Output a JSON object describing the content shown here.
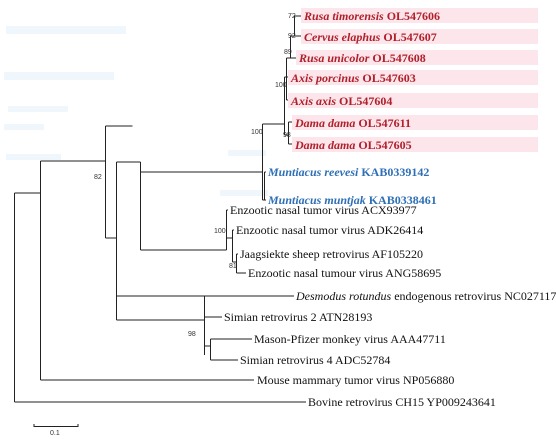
{
  "tree": {
    "scale_label": "0.1",
    "bootstrap": {
      "n_rusa_cervus": "72",
      "n_rusa_cervus_b": "92",
      "n_rusa_unicolor": "89",
      "n_axis_group": "100",
      "n_dama": "98",
      "n_cervid_muntjac": "100",
      "n_ruminant": "82",
      "n_enzootic": "100",
      "n_jaagsiekte": "81",
      "n_simian": "98"
    },
    "leaves": [
      {
        "id": "rusa_timorensis",
        "genus": "Rusa timorensis",
        "accession": " OL547606",
        "group": "cervid"
      },
      {
        "id": "cervus_elaphus",
        "genus": "Cervus elaphus",
        "accession": " OL547607",
        "group": "cervid"
      },
      {
        "id": "rusa_unicolor",
        "genus": "Rusa unicolor",
        "accession": " OL547608",
        "group": "cervid"
      },
      {
        "id": "axis_porcinus",
        "genus": "Axis porcinus",
        "accession": " OL547603",
        "group": "cervid"
      },
      {
        "id": "axis_axis",
        "genus": "Axis axis",
        "accession": "  OL547604",
        "group": "cervid"
      },
      {
        "id": "dama_dama_1",
        "genus": "Dama dama",
        "accession": " OL547611",
        "group": "cervid"
      },
      {
        "id": "dama_dama_2",
        "genus": "Dama dama",
        "accession": " OL547605",
        "group": "cervid"
      },
      {
        "id": "muntiacus_reevesi",
        "genus": "Muntiacus reevesi",
        "accession": " KAB0339142",
        "group": "muntjac"
      },
      {
        "id": "muntiacus_muntjak",
        "genus": "Muntiacus muntjak",
        "accession": " KAB0338461",
        "group": "muntjac"
      },
      {
        "id": "enta_acx",
        "genus": "",
        "accession": "Enzootic nasal tumor virus ACX93977",
        "group": "virus"
      },
      {
        "id": "enta_adk",
        "genus": "",
        "accession": "Enzootic nasal tumor virus ADK26414",
        "group": "virus"
      },
      {
        "id": "jsrv",
        "genus": "",
        "accession": "Jaagsiekte sheep retrovirus AF105220",
        "group": "virus"
      },
      {
        "id": "enta_ang",
        "genus": "",
        "accession": "Enzootic nasal tumour virus ANG58695",
        "group": "virus"
      },
      {
        "id": "desmodus",
        "genus": "Desmodus rotundus",
        "accession": " endogenous retrovirus NC027117",
        "group": "virus"
      },
      {
        "id": "srv2",
        "genus": "",
        "accession": "Simian retrovirus 2 ATN28193",
        "group": "virus"
      },
      {
        "id": "mpmv",
        "genus": "",
        "accession": "Mason-Pfizer monkey virus AAA47711",
        "group": "virus"
      },
      {
        "id": "srv4",
        "genus": "",
        "accession": "Simian retrovirus 4 ADC52784",
        "group": "virus"
      },
      {
        "id": "mmtv",
        "genus": "",
        "accession": "Mouse mammary tumor virus NP056880",
        "group": "virus"
      },
      {
        "id": "bovine",
        "genus": "",
        "accession": "Bovine retrovirus CH15 YP009243641",
        "group": "virus"
      }
    ]
  },
  "colors": {
    "line": "#222222",
    "cervid_text": "#b0202a",
    "cervid_highlight": "#fce6ec",
    "muntjac_text": "#2e6fb5",
    "ghost_text": "#b7d8f4"
  }
}
